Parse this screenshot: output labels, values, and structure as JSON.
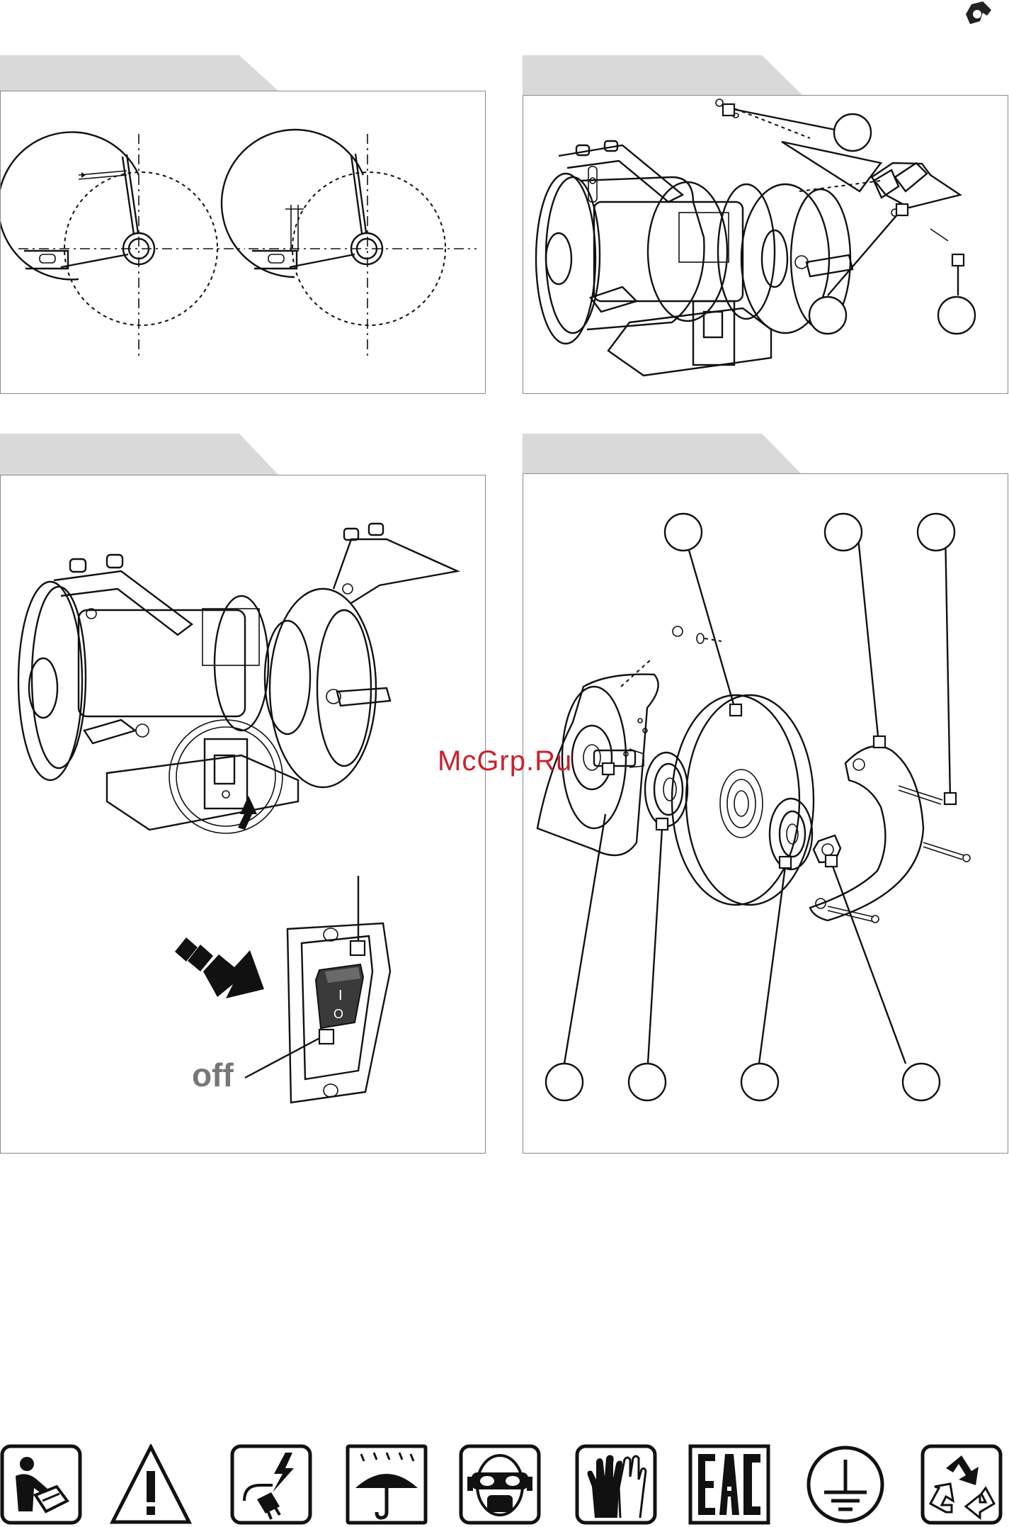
{
  "page": {
    "watermark": "McGrp.Ru"
  },
  "figures": [
    {
      "id": "fig-1",
      "title": "tool-rest and spark-guard gap adjustment"
    },
    {
      "id": "fig-2",
      "title": "eye shield assembly"
    },
    {
      "id": "fig-3",
      "title": "on/off switch"
    },
    {
      "id": "fig-4",
      "title": "grinding wheel replacement"
    }
  ],
  "switch": {
    "on_symbol": "I",
    "off_symbol": "O",
    "off_label": "off"
  },
  "colors": {
    "tab_gray": "#d9d9d9",
    "panel_border": "#8a8a8a",
    "ink": "#111111",
    "watermark_red": "#cc1f2b",
    "off_gray": "#777777"
  },
  "safety_icons": [
    {
      "name": "read-manual-icon"
    },
    {
      "name": "warning-icon"
    },
    {
      "name": "unplug-icon"
    },
    {
      "name": "keep-dry-icon"
    },
    {
      "name": "face-protection-icon"
    },
    {
      "name": "gloves-icon"
    },
    {
      "name": "eac-mark-icon",
      "text": "EAC"
    },
    {
      "name": "earth-ground-icon"
    },
    {
      "name": "recycle-icon"
    }
  ]
}
